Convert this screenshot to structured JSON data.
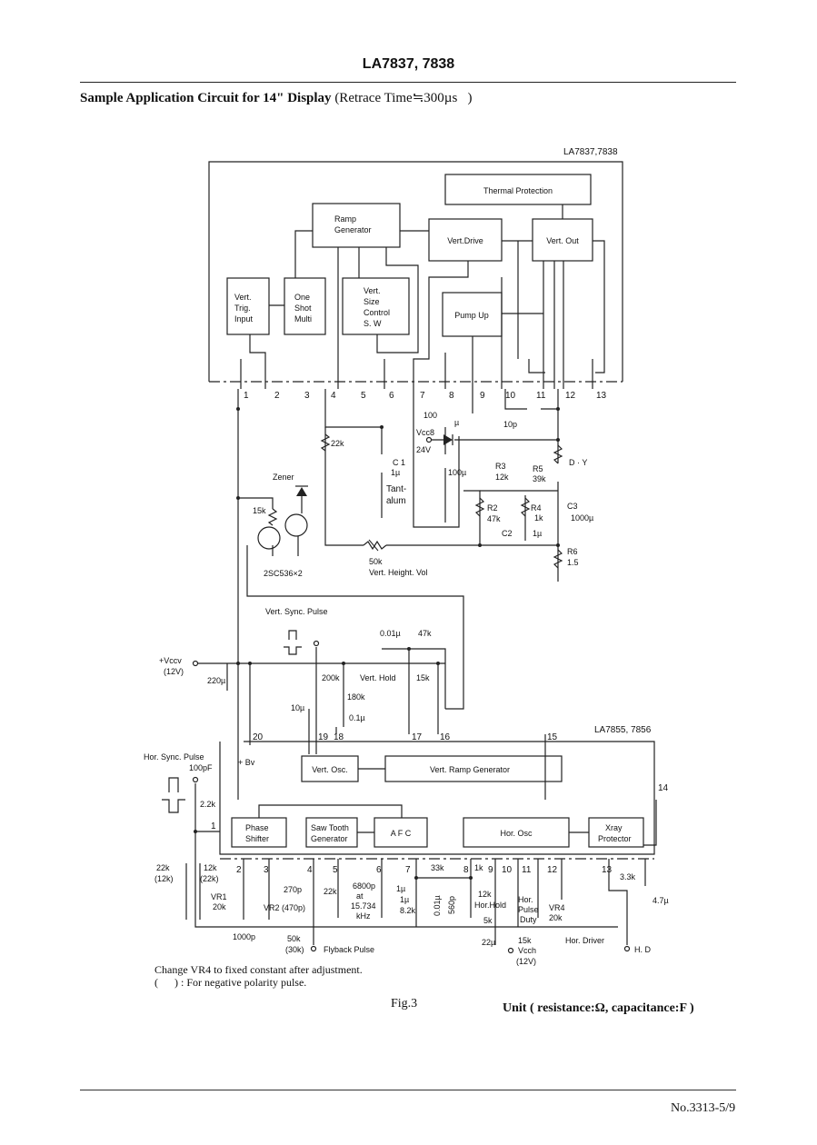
{
  "header": {
    "part_numbers": "LA7837, 7838"
  },
  "title": {
    "bold": "Sample Application Circuit for 14\" Display",
    "plain": " (Retrace Time≒300µs   )"
  },
  "ic_top": {
    "name": "LA7837,7838",
    "blocks": {
      "thermal": "Thermal Protection",
      "ramp": [
        "Ramp",
        "Generator"
      ],
      "vert_drive": "Vert.Drive",
      "vert_out": "Vert. Out",
      "vert_trig": [
        "Vert.",
        "Trig.",
        "Input"
      ],
      "one_shot": [
        "One",
        "Shot",
        "Multi"
      ],
      "vert_size": [
        "Vert.",
        "Size",
        "Control",
        "S. W"
      ],
      "pump_up": "Pump Up"
    },
    "pins": [
      "1",
      "2",
      "3",
      "4",
      "5",
      "6",
      "7",
      "8",
      "9",
      "10",
      "11",
      "12",
      "13"
    ]
  },
  "ic_bottom": {
    "name": "LA7855, 7856",
    "blocks": {
      "vert_osc": "Vert. Osc.",
      "vert_ramp": "Vert. Ramp Generator",
      "phase": [
        "Phase",
        "Shifter"
      ],
      "saw": [
        "Saw Tooth",
        "Generator"
      ],
      "afc": "A F C",
      "hor_osc": "Hor. Osc",
      "xray": [
        "Xray",
        "Protector"
      ]
    },
    "pins_upper": [
      "20",
      "19",
      "18",
      "17",
      "16",
      "15",
      "14"
    ],
    "pins_lower": [
      "1",
      "2",
      "3",
      "4",
      "5",
      "6",
      "7",
      "8",
      "9",
      "10",
      "11",
      "12",
      "13"
    ]
  },
  "labels": {
    "c100": "100",
    "c100u": "µ",
    "c10p": "10p",
    "vcc8": "Vcc8",
    "v24": "24V",
    "r22k": "22k",
    "c1": "C 1",
    "c1u": "1µ",
    "tant1": "Tant-",
    "tant2": "alum",
    "c100u2": "100µ",
    "r3": "R3",
    "r3v": "12k",
    "r5": "R5",
    "r5v": "39k",
    "dy": "D · Y",
    "r2": "R2",
    "r2v": "47k",
    "r4": "R4",
    "r4v": "1k",
    "c3": "C3",
    "c3v": "1000µ",
    "c2": "C2",
    "c2v": "1µ",
    "r6": "R6",
    "r6v": "1.5",
    "zener": "Zener",
    "r15k": "15k",
    "trans": "2SC536×2",
    "vr50k": "50k",
    "vert_height": "Vert. Height. Vol",
    "vsync": "Vert. Sync. Pulse",
    "c001": "0.01µ",
    "r47k": "47k",
    "vccv": "+Vccv",
    "v12": "(12V)",
    "c220": "220µ",
    "r200k": "200k",
    "vert_hold": "Vert. Hold",
    "r15k2": "15k",
    "r180k": "180k",
    "c10u": "10µ",
    "c01u": "0.1µ",
    "bv": "+ Bv",
    "hsync": "Hor. Sync. Pulse",
    "c100p": "100pF",
    "r22k2": "2.2k",
    "r22k3": "22k",
    "r12k3": "(12k)",
    "r12k": "12k",
    "r22k4": "(22k)",
    "vr1": "VR1",
    "vr1v": "20k",
    "c270": "270p",
    "vr2": "VR2",
    "vr2v": "(470p)",
    "r22k5": "22k",
    "c6800": "6800p",
    "at": "at",
    "khz1": "15.734",
    "khz2": "kHz",
    "c1u3": "1µ",
    "c1u4": "1µ",
    "r82k": "8.2k",
    "r33k": "33k",
    "r1k": "1k",
    "c001b": "0.01µ",
    "c560": "560p",
    "r12k2": "12k",
    "horhold": "Hor.Hold",
    "r5k": "5k",
    "hpd1": "Hor.",
    "hpd2": "Pulse",
    "hpd3": "Duty",
    "vr4": "VR4",
    "vr4v": "20k",
    "r33k2": "3.3k",
    "c47": "4.7µ",
    "c1000p": "1000p",
    "r50k": "50k",
    "r30k": "(30k)",
    "flyback": "Flyback Pulse",
    "c22u": "22µ",
    "r15k3": "15k",
    "vcch": "Vcch",
    "v12b": "(12V)",
    "hdriver": "Hor. Driver",
    "hd": "H. D"
  },
  "notes": {
    "line1": "Change VR4 to fixed constant after adjustment.",
    "line2": "(      ) : For negative polarity pulse."
  },
  "fig_label": "Fig.3",
  "unit_label": "Unit ( resistance:Ω, capacitance:F )",
  "doc_number": "No.3313-5/9"
}
